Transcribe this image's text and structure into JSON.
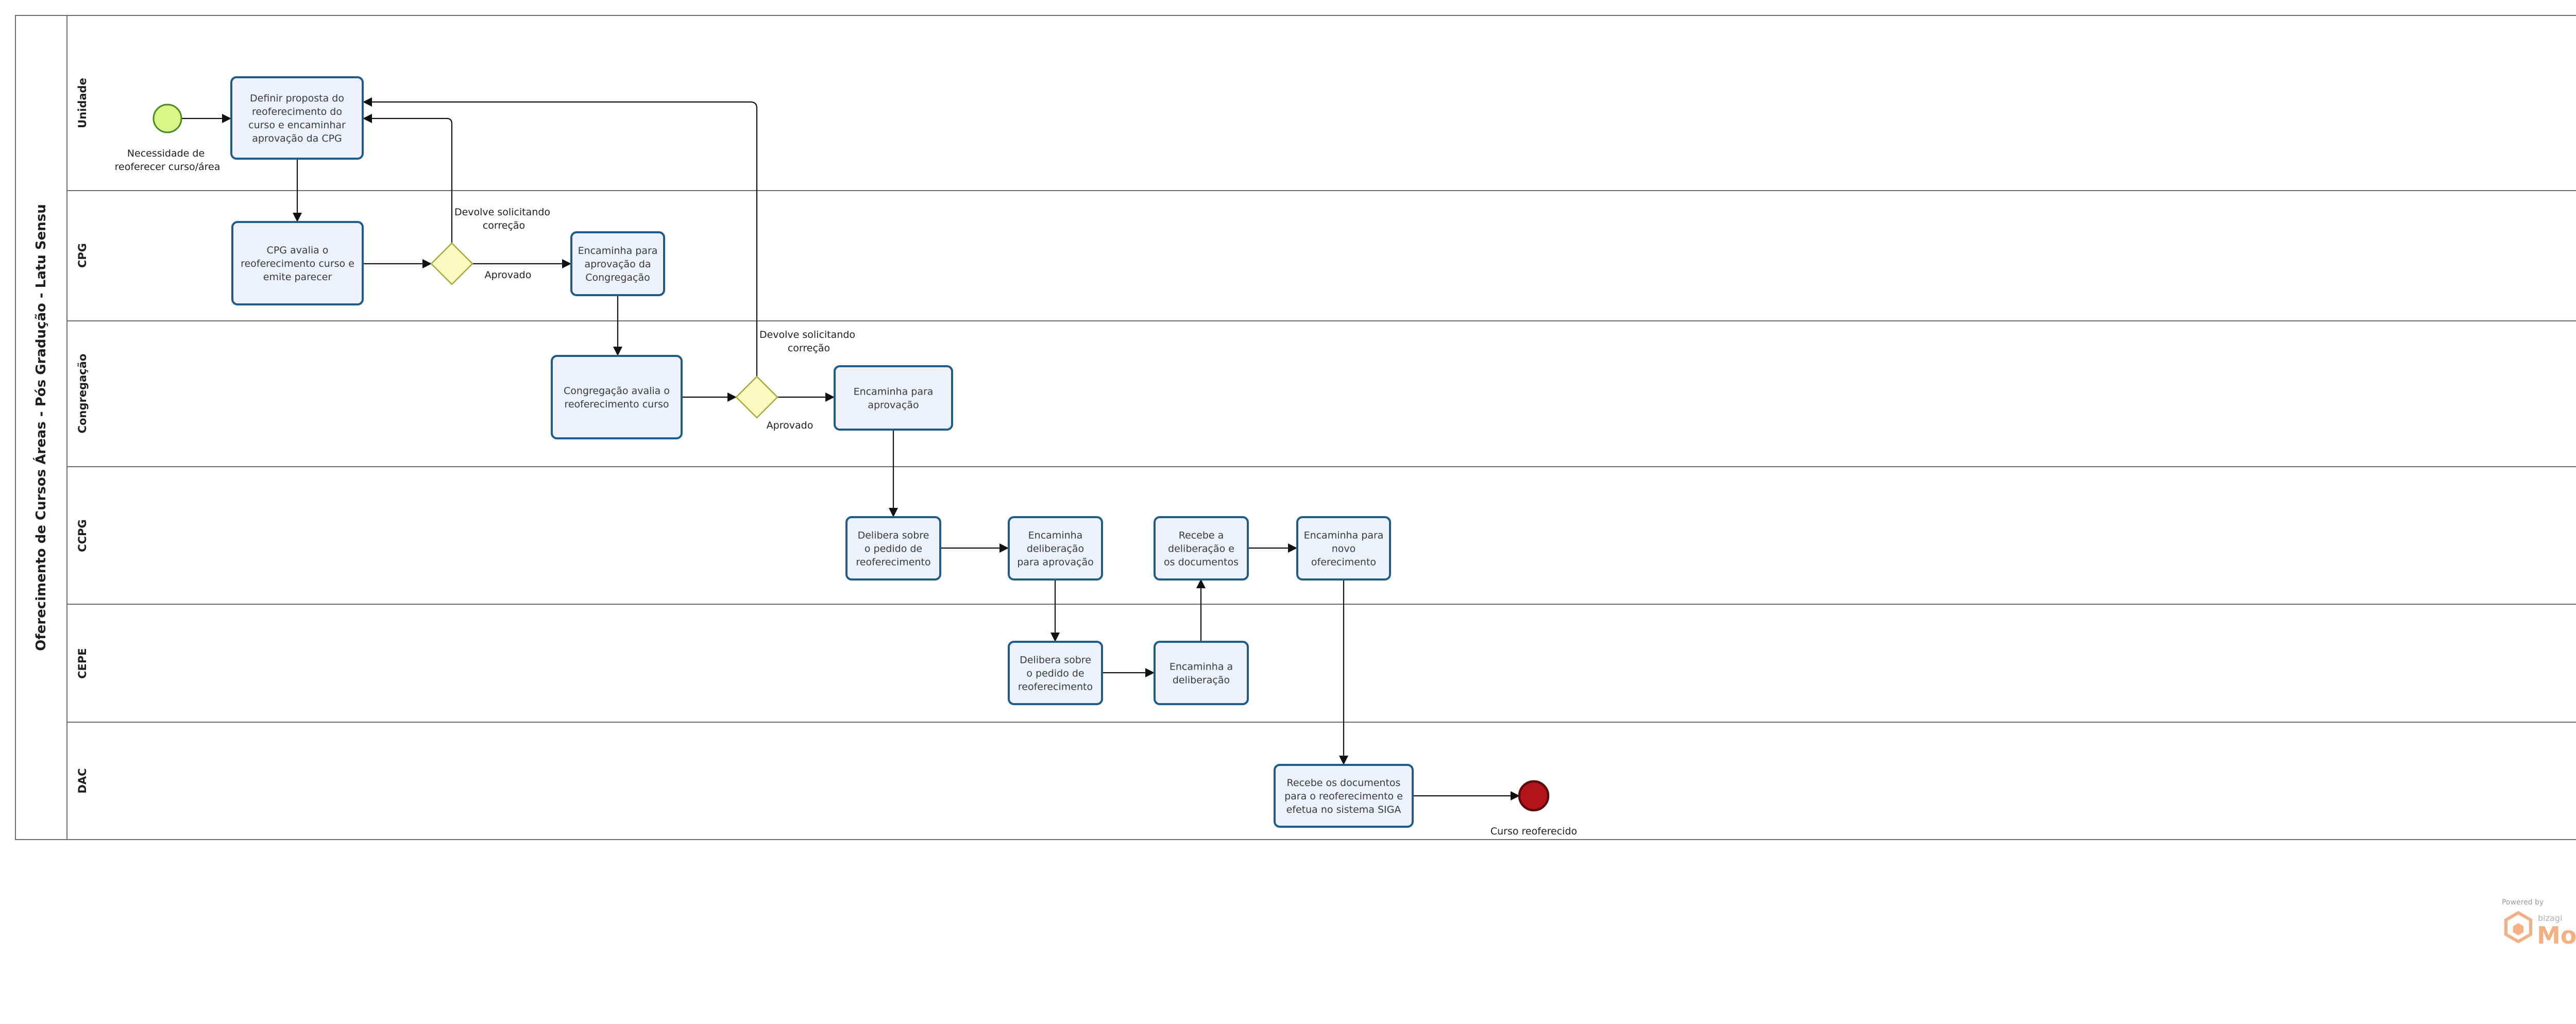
{
  "pool": {
    "label": "Oferecimento de Cursos Áreas - Pós Gradução - Latu Sensu"
  },
  "lanes": [
    {
      "id": "unidade",
      "label": "Unidade"
    },
    {
      "id": "cpg",
      "label": "CPG"
    },
    {
      "id": "congregacao",
      "label": "Congregação"
    },
    {
      "id": "ccpg",
      "label": "CCPG"
    },
    {
      "id": "cepe",
      "label": "CEPE"
    },
    {
      "id": "dac",
      "label": "DAC"
    }
  ],
  "tasks": [
    {
      "id": "t1",
      "lines": [
        "Definir proposta do",
        "reoferecimento  do",
        "curso e encaminhar",
        "aprovação da CPG"
      ]
    },
    {
      "id": "t2",
      "lines": [
        "CPG avalia o",
        "reoferecimento curso e",
        "emite parecer"
      ]
    },
    {
      "id": "t3",
      "lines": [
        "Encaminha para",
        "aprovação da",
        "Congregação"
      ]
    },
    {
      "id": "t4",
      "lines": [
        "Congregação avalia o",
        "reoferecimento curso"
      ]
    },
    {
      "id": "t5",
      "lines": [
        "Encaminha para",
        "aprovação"
      ]
    },
    {
      "id": "t6",
      "lines": [
        "Delibera sobre",
        "o pedido de",
        "reoferecimento"
      ]
    },
    {
      "id": "t7",
      "lines": [
        "Encaminha",
        "deliberação",
        "para aprovação"
      ]
    },
    {
      "id": "t8",
      "lines": [
        "Recebe a",
        "deliberação e",
        "os  documentos"
      ]
    },
    {
      "id": "t9",
      "lines": [
        "Encaminha para",
        "novo",
        "oferecimento"
      ]
    },
    {
      "id": "t10",
      "lines": [
        "Delibera sobre",
        "o pedido de",
        "reoferecimento"
      ]
    },
    {
      "id": "t11",
      "lines": [
        "Encaminha a",
        "deliberação"
      ]
    },
    {
      "id": "t12",
      "lines": [
        "Recebe os documentos",
        "para o reoferecimento e",
        "efetua no sistema SIGA"
      ]
    }
  ],
  "labels": {
    "start": [
      "Necessidade de",
      "reoferecer curso/área"
    ],
    "end": [
      "Curso reoferecido"
    ],
    "g1_return": [
      "Devolve solicitando",
      "correção"
    ],
    "g1_approved": [
      "Aprovado"
    ],
    "g2_return": [
      "Devolve solicitando",
      "correção"
    ],
    "g2_approved": [
      "Aprovado"
    ]
  },
  "badge": {
    "powered": "Powered by",
    "brand": "bizagi",
    "product": "Modeler"
  },
  "colors": {
    "task_fill": "#eef0fc",
    "task_stroke": "#1f5c8a",
    "start_fill": "#d8f58a",
    "start_stroke": "#4a8a1a",
    "end_fill": "#b3141c",
    "end_stroke": "#5e0a0a",
    "gateway_fill": "#fafac0",
    "gateway_stroke": "#a8a838",
    "lane_stroke": "#6e6e6e"
  }
}
